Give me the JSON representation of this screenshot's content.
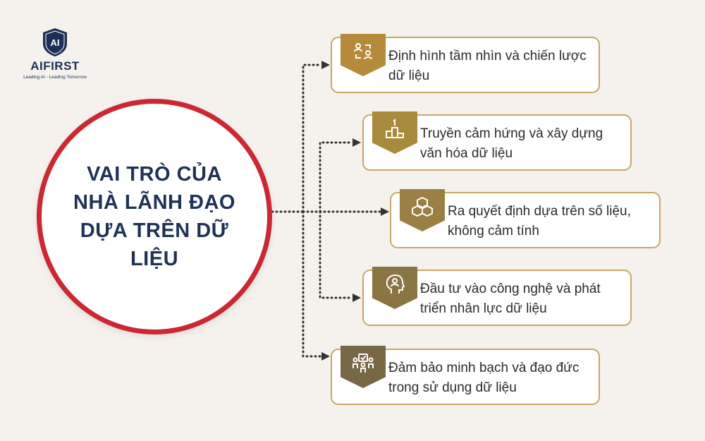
{
  "logo": {
    "mark": "AI",
    "name": "AIFIRST",
    "tagline": "Leading AI - Leading Tomorrow"
  },
  "center": {
    "title": "VAI TRÒ CỦA NHÀ LÃNH ĐẠO DỰA TRÊN DỮ LIỆU"
  },
  "colors": {
    "ring": "#cc2732",
    "title": "#1f3256",
    "border": "#c9a766",
    "connector": "#333333"
  },
  "items": [
    {
      "text": "Định hình tầm nhìn và chiến lược dữ liệu",
      "icon": "people-exchange-icon",
      "color": "#b58a3a"
    },
    {
      "text": "Truyền cảm hứng và xây dựng văn hóa dữ liệu",
      "icon": "podium-icon",
      "color": "#a88a3c"
    },
    {
      "text": "Ra quyết định dựa trên số liệu, không cảm tính",
      "icon": "cubes-icon",
      "color": "#9a8042"
    },
    {
      "text": "Đầu tư vào công nghệ và phát triển nhân lực dữ liệu",
      "icon": "head-person-icon",
      "color": "#8a7442"
    },
    {
      "text": "Đảm bảo minh bạch và đạo đức trong sử dụng dữ liệu",
      "icon": "team-check-icon",
      "color": "#786744"
    }
  ]
}
